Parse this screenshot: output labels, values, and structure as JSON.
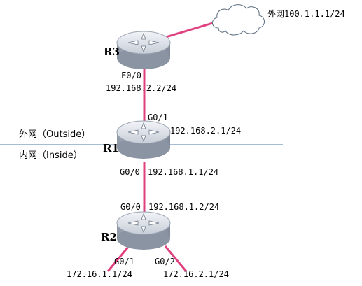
{
  "routers": {
    "r3": {
      "name": "R3",
      "port_f00": "F0/0",
      "ip_f00": "192.168.2.2/24"
    },
    "r1": {
      "name": "R1",
      "port_g01": "G0/1",
      "ip_g01": "192.168.2.1/24",
      "port_g00": "G0/0",
      "ip_g00": "192.168.1.1/24"
    },
    "r2": {
      "name": "R2",
      "port_g00": "G0/0",
      "ip_g00": "192.168.1.2/24",
      "port_g01": "G0/1",
      "ip_g01": "172.16.1.1/24",
      "port_g02": "G0/2",
      "ip_g02": "172.16.2.1/24"
    }
  },
  "internet": {
    "label": "外网100.1.1.1/24"
  },
  "zones": {
    "outside": "外网（Outside）",
    "inside": "内网（Inside）"
  },
  "colors": {
    "link": "#e0407f",
    "divider": "#4a7aa8",
    "router_top": "#e4e8ee",
    "router_side": "#a9b3c0",
    "cloud": "#ffffff"
  },
  "icons": {
    "router": "router-icon",
    "cloud": "cloud-icon"
  }
}
